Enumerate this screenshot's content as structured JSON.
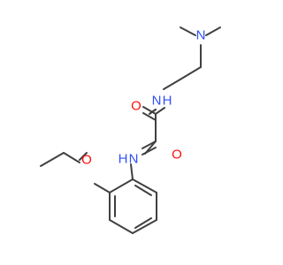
{
  "molecule": {
    "atoms": {
      "n_dimethylamino": "N",
      "n_amide_top": "N",
      "h_amide_top": "H",
      "o_top": "O",
      "o_bottom": "O",
      "n_amide_bottom": "N",
      "h_amide_bottom": "H",
      "o_ether": "O"
    },
    "colors": {
      "nitrogen": "#3050f8",
      "oxygen": "#ff0d0d",
      "bond": "#404040"
    }
  }
}
